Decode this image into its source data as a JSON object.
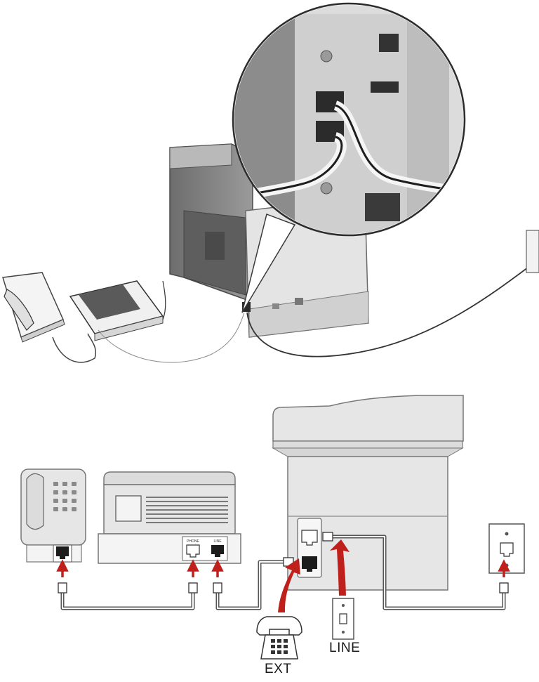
{
  "diagram": {
    "labels": {
      "line": "LINE",
      "ext": "EXT",
      "phone_port_tiny": "PHONE",
      "line_port_tiny": "LINE"
    },
    "colors": {
      "arrow": "#c0201c",
      "cable": "#8a8a8a",
      "device_fill": "#e6e6e6",
      "device_stroke": "#777777"
    }
  }
}
